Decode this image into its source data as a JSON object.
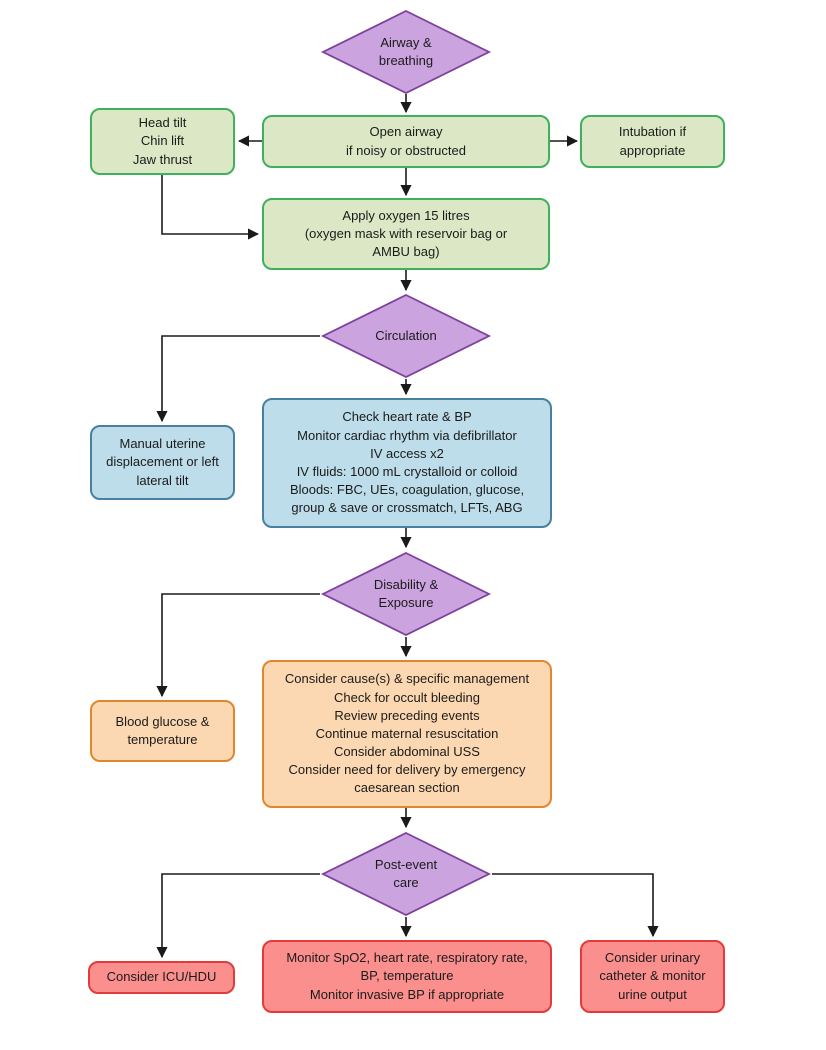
{
  "diagram_type": "flowchart",
  "colors": {
    "diamond_fill": "#cba3de",
    "diamond_border": "#7e3f9d",
    "green_fill": "#dce8c5",
    "green_border": "#3fb05c",
    "blue_fill": "#bcdde9",
    "blue_border": "#4980a0",
    "orange_fill": "#fcd8b2",
    "orange_border": "#e2862e",
    "red_fill": "#fa8f8d",
    "red_border": "#e33b3b",
    "line": "#1a1a1a"
  },
  "nodes": {
    "airway": {
      "label": "Airway &\nbreathing"
    },
    "head_tilt": {
      "label": "Head tilt\nChin lift\nJaw thrust"
    },
    "open_airway": {
      "label": "Open airway\nif noisy or obstructed"
    },
    "intubation": {
      "label": "Intubation if\nappropriate"
    },
    "oxygen": {
      "label": "Apply oxygen 15 litres\n(oxygen mask with reservoir bag or\nAMBU bag)"
    },
    "circulation": {
      "label": "Circulation"
    },
    "uterine": {
      "label": "Manual uterine\ndisplacement or left\nlateral tilt"
    },
    "circulation_actions": {
      "label": "Check heart rate & BP\nMonitor cardiac rhythm via defibrillator\nIV access x2\nIV fluids: 1000 mL crystalloid or colloid\nBloods: FBC, UEs, coagulation, glucose,\ngroup & save or crossmatch, LFTs, ABG"
    },
    "disability": {
      "label": "Disability &\nExposure"
    },
    "glucose": {
      "label": "Blood glucose &\ntemperature"
    },
    "cause_actions": {
      "label": "Consider cause(s) & specific management\nCheck for occult bleeding\nReview preceding events\nContinue maternal resuscitation\nConsider abdominal USS\nConsider need for delivery by emergency\ncaesarean section"
    },
    "post_event": {
      "label": "Post-event\ncare"
    },
    "icu": {
      "label": "Consider ICU/HDU"
    },
    "monitor": {
      "label": "Monitor SpO2, heart rate, respiratory rate,\nBP, temperature\nMonitor invasive BP if appropriate"
    },
    "urinary": {
      "label": "Consider urinary\ncatheter & monitor\nurine output"
    }
  }
}
